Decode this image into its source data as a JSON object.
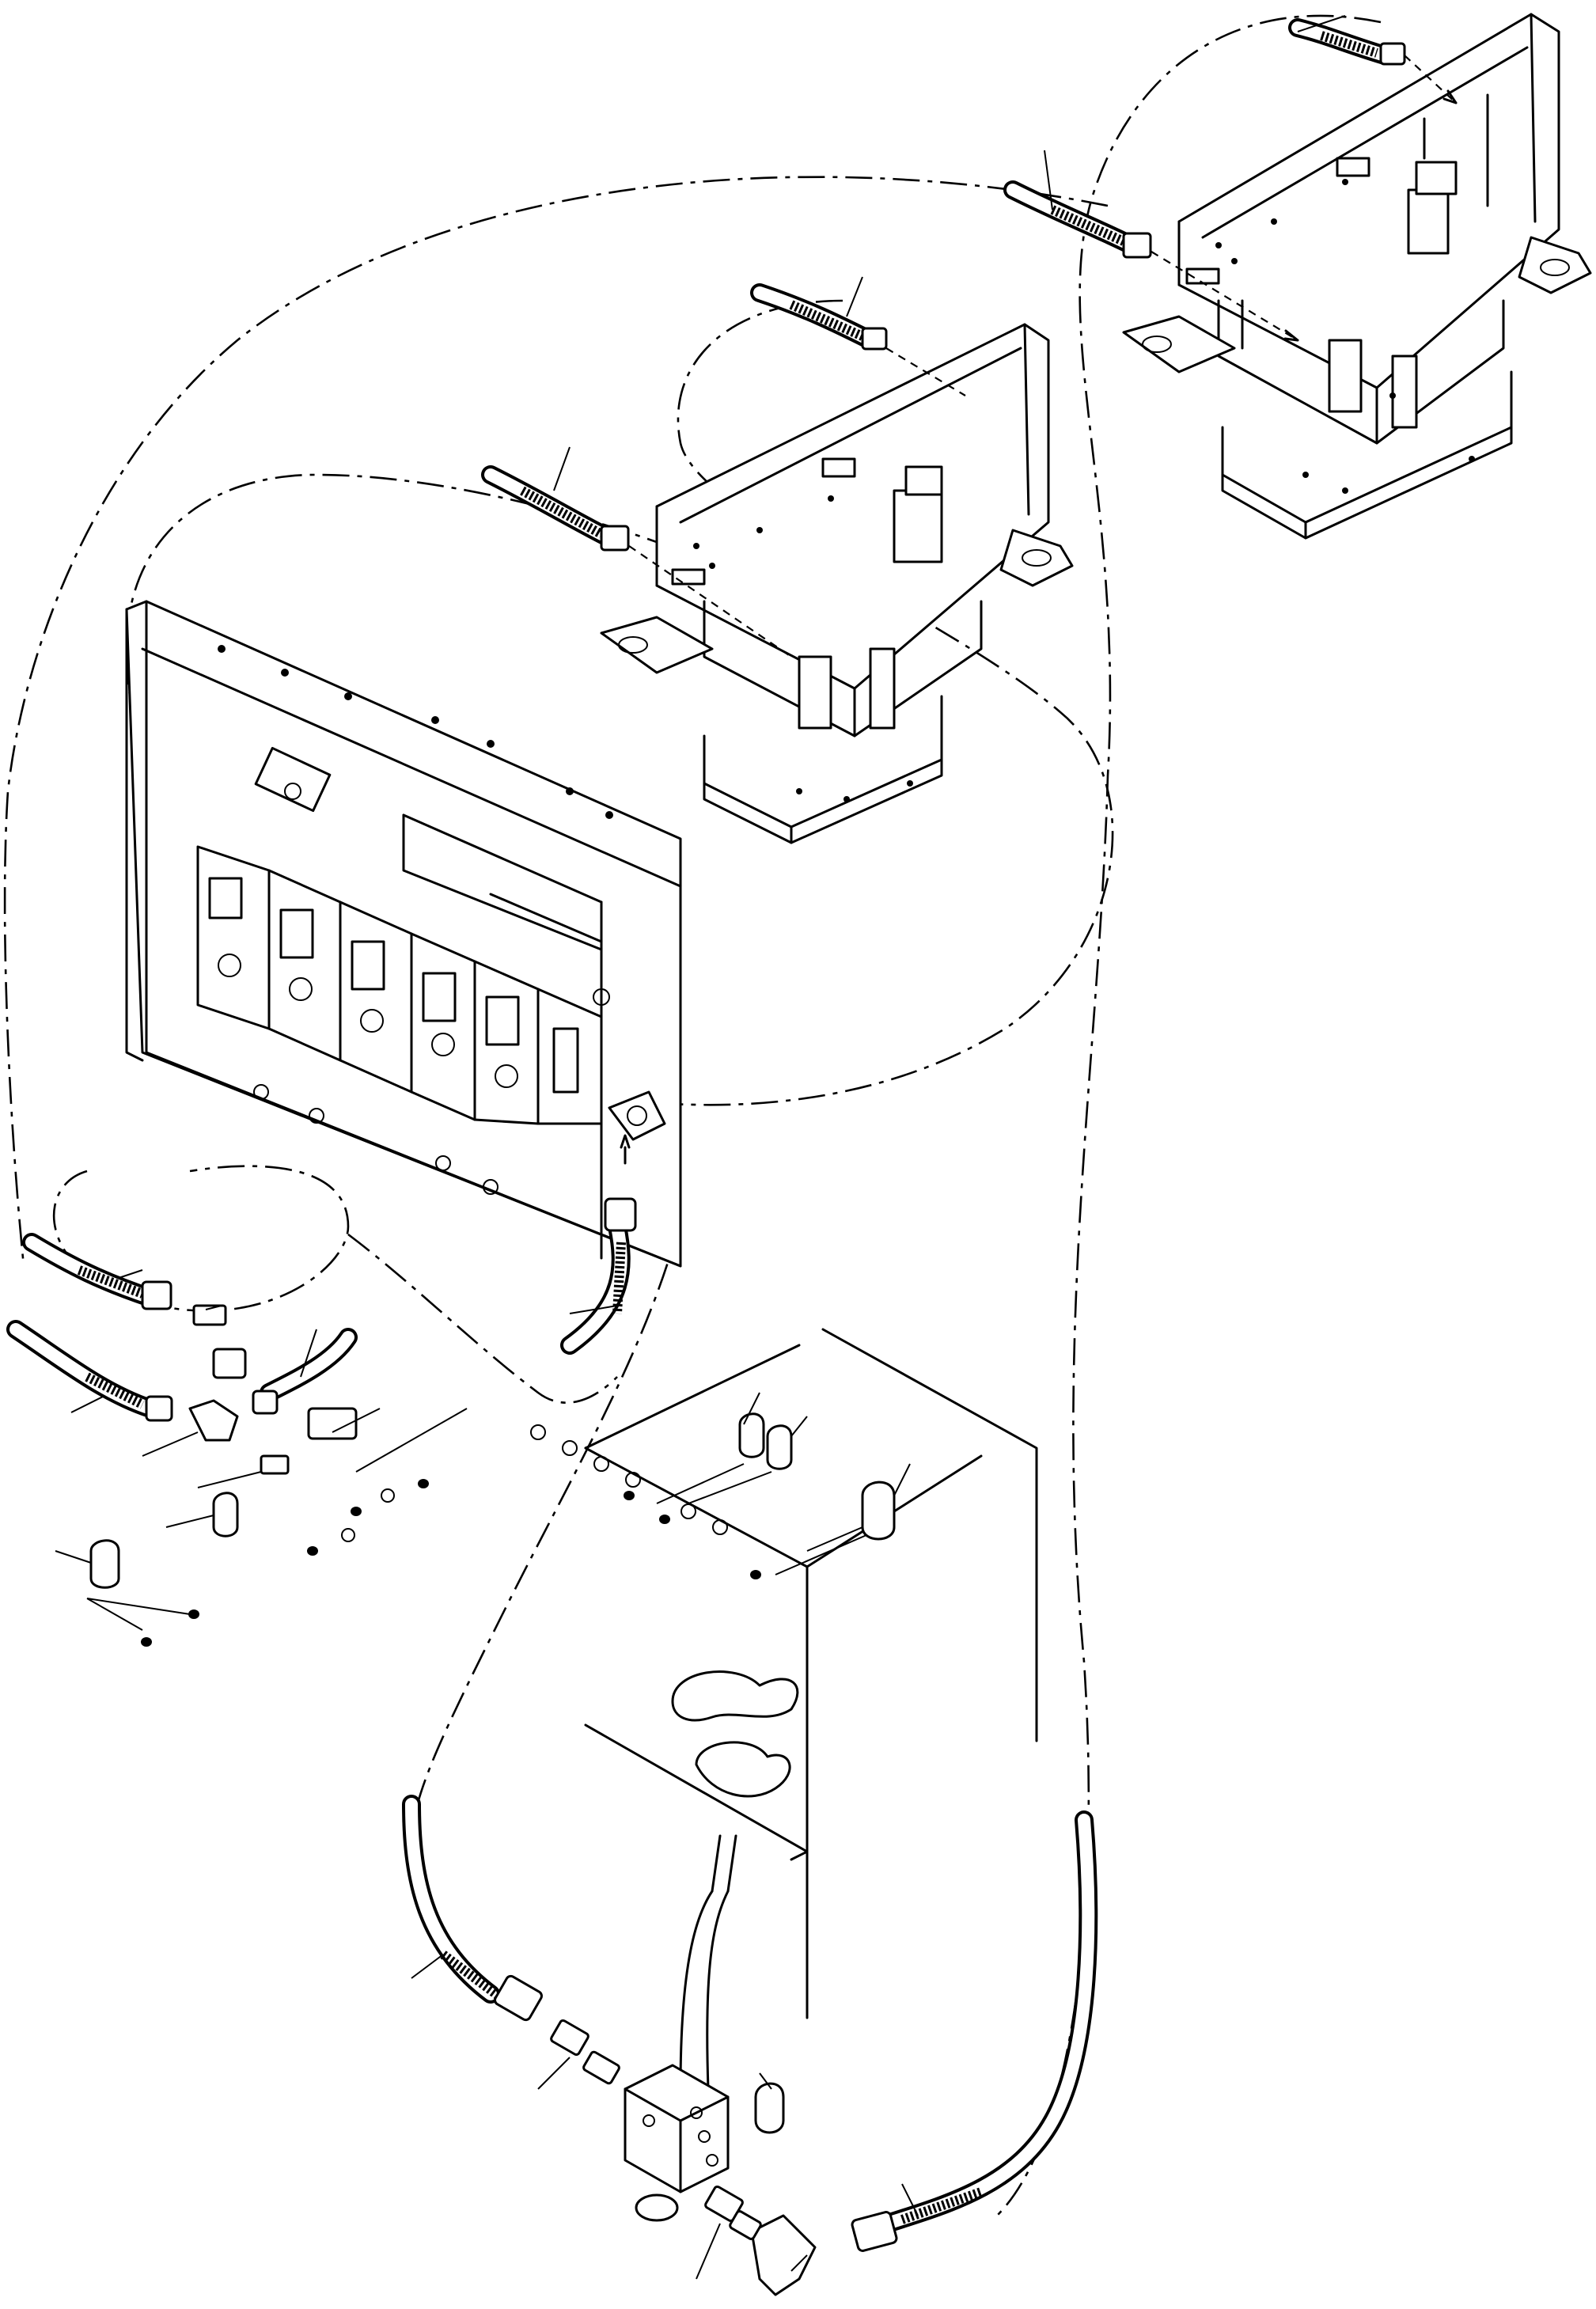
{
  "figure": {
    "callout_labels": [],
    "parts": [
      "main-control-valve-frame",
      "valve-bracket-upper-right",
      "valve-bracket-center",
      "connector-block",
      "hydraulic-tank",
      "hydraulic-hoses",
      "fittings",
      "plugs"
    ]
  }
}
